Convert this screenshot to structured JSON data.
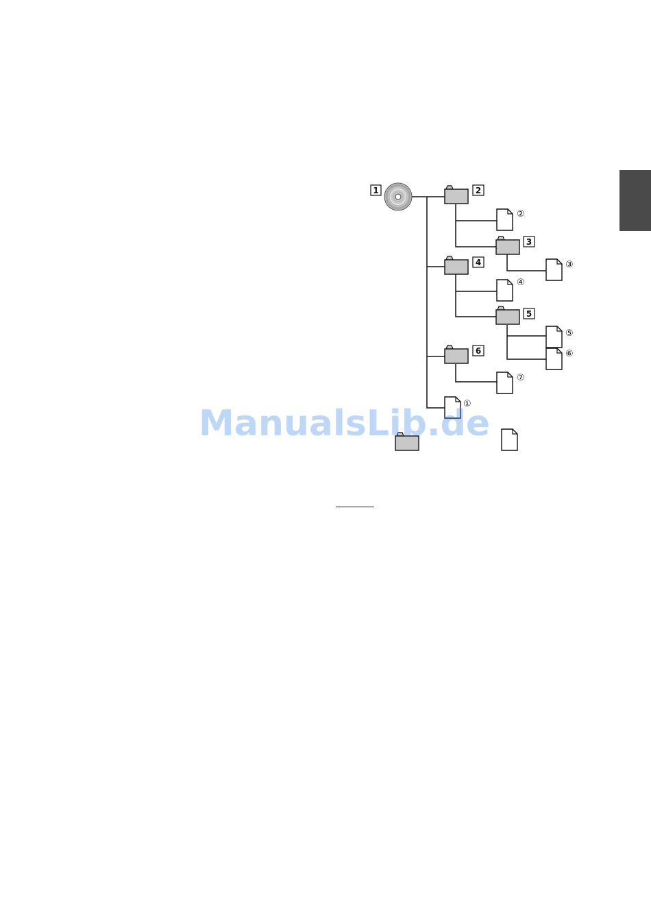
{
  "disc": {
    "label": "1"
  },
  "folders": [
    {
      "label": "2"
    },
    {
      "label": "3"
    },
    {
      "label": "4"
    },
    {
      "label": "5"
    },
    {
      "label": "6"
    }
  ],
  "files": [
    {
      "label": "①"
    },
    {
      "label": "②"
    },
    {
      "label": "③"
    },
    {
      "label": "④"
    },
    {
      "label": "⑤"
    },
    {
      "label": "⑥"
    },
    {
      "label": "⑦"
    }
  ],
  "legend": {
    "folder_icon": "folder-icon",
    "file_icon": "file-icon"
  },
  "watermark": "ManualsLib.de",
  "colors": {
    "folder_fill": "#c8c8c8",
    "line": "#111111",
    "side_tab": "#4a4a4a"
  }
}
